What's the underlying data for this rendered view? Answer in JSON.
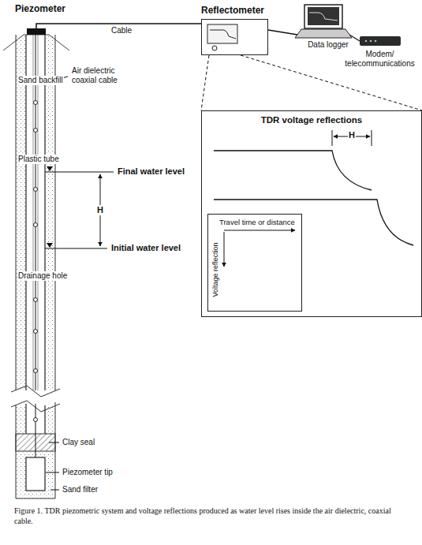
{
  "diagram": {
    "caption": "Figure 1.  TDR piezometric system and voltage reflections produced as water level rises inside the air dielectric, coaxial cable.",
    "nodes": [
      {
        "text": [
          "Reflectometer"
        ]
      },
      {
        "text": [
          "Data logger"
        ]
      },
      {
        "text": [
          "Modem/ telecommunications"
        ]
      },
      {
        "text": [
          "TDR voltage reflections"
        ]
      },
      {
        "text": [
          "Travel time or distance",
          "Voltage reflection"
        ],
        "in": 3
      }
    ],
    "edges": [
      {
        "from": 0,
        "to": 1,
        "arrow": "none"
      },
      {
        "from": 1,
        "to": 2,
        "arrow": "none"
      },
      {
        "from": 0,
        "to": 3,
        "arrow": "none"
      }
    ],
    "labels": [
      "Piezometer",
      "Cable",
      "Sand backfill",
      "Air dielectric coaxial cable",
      "Plastic tube",
      "Final water level",
      "H",
      "Initial water level",
      "Drainage hole",
      "Clay seal",
      "Piezometer tip",
      "Sand filter",
      "H"
    ]
  }
}
